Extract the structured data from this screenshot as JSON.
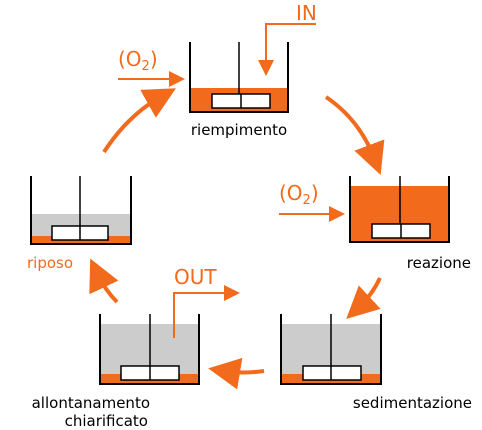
{
  "colors": {
    "accent": "#f26a1b",
    "sludge": "#cccccc",
    "frame": "#000000"
  },
  "stages": {
    "fill": {
      "label": "riempimento",
      "input_label": "IN",
      "oxygen_label": "(O",
      "oxygen_sub": "2",
      "oxygen_close": ")"
    },
    "reaction": {
      "label": "reazione",
      "oxygen_label": "(O",
      "oxygen_sub": "2",
      "oxygen_close": ")"
    },
    "settling": {
      "label": "sedimentazione"
    },
    "draw": {
      "label_line1": "allontanamento",
      "label_line2": "chiarificato",
      "output_label": "OUT"
    },
    "idle": {
      "label": "riposo"
    }
  }
}
